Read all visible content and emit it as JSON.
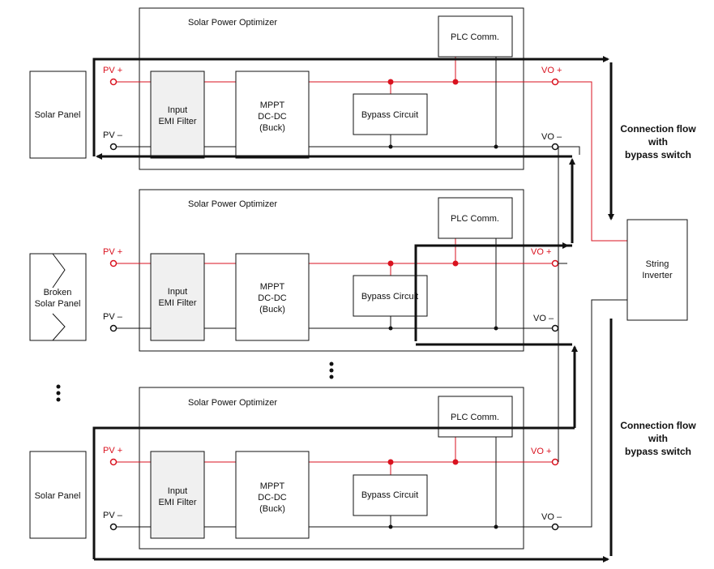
{
  "optimizers": [
    {
      "title": "Solar Power Optimizer",
      "panel_label": "Solar Panel",
      "pv_plus": "PV +",
      "pv_minus": "PV –",
      "vo_plus": "VO +",
      "vo_minus": "VO –",
      "emi_filter": [
        "Input",
        "EMI Filter"
      ],
      "mppt": [
        "MPPT",
        "DC-DC",
        "(Buck)"
      ],
      "bypass": "Bypass Circuit",
      "plc": "PLC Comm."
    },
    {
      "title": "Solar Power Optimizer",
      "panel_label": [
        "Broken",
        "Solar Panel"
      ],
      "pv_plus": "PV +",
      "pv_minus": "PV –",
      "vo_plus": "VO +",
      "vo_minus": "VO –",
      "emi_filter": [
        "Input",
        "EMI Filter"
      ],
      "mppt": [
        "MPPT",
        "DC-DC",
        "(Buck)"
      ],
      "bypass": "Bypass Circuit",
      "plc": "PLC Comm."
    },
    {
      "title": "Solar Power Optimizer",
      "panel_label": "Solar Panel",
      "pv_plus": "PV +",
      "pv_minus": "PV –",
      "vo_plus": "VO +",
      "vo_minus": "VO –",
      "emi_filter": [
        "Input",
        "EMI Filter"
      ],
      "mppt": [
        "MPPT",
        "DC-DC",
        "(Buck)"
      ],
      "bypass": "Bypass Circuit",
      "plc": "PLC Comm."
    }
  ],
  "inverter": [
    "String",
    "Inverter"
  ],
  "flow_note_top": [
    "Connection flow",
    "with",
    "bypass switch"
  ],
  "flow_note_bottom": [
    "Connection flow",
    "with",
    "bypass switch"
  ],
  "colors": {
    "positive_wire": "#d9121f",
    "negative_wire": "#111111",
    "filter_fill": "#f0f0f0"
  }
}
